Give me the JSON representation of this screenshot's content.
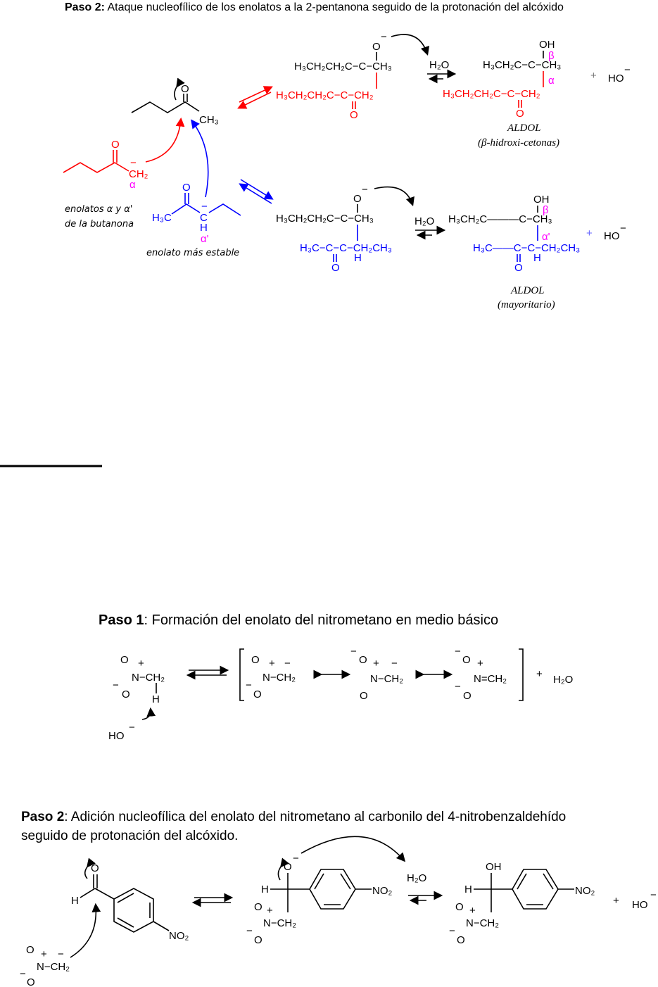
{
  "colors": {
    "enolate_alpha": "#ff0000",
    "enolate_alpha_prime": "#0000ff",
    "greek_labels": "#ff00ff",
    "text": "#000000"
  },
  "section_top": {
    "heading_bold": "Paso 2:",
    "heading_text": " Ataque nucleofílico de los enolatos a la 2-pentanona seguido de la protonación del alcóxido",
    "pentanone": {
      "O": "O",
      "CH3": "CH₃"
    },
    "red_enolate": {
      "O": "O",
      "CH2": "CH₂",
      "minus": "−",
      "alpha": "α"
    },
    "blue_enolate": {
      "O": "O",
      "H3C": "H₃C",
      "C": "C",
      "minus": "−",
      "H": "H",
      "alpha_prime": "α'"
    },
    "caption_enolates_1": "enolatos α y α'",
    "caption_enolates_2": "de la butanona",
    "caption_stable": "enolato más estable",
    "alkoxide_red": {
      "O": "O",
      "minus": "−",
      "top": "H₃CH₂CH₂C−C−CH₃",
      "bottom": "H₃CH₂CH₂C−C−CH₂",
      "carbonyl_O": "O"
    },
    "water": "H₂O",
    "aldol_red": {
      "OH": "OH",
      "top": "H₃CH₂C−C−CH₃",
      "beta": "β",
      "alpha": "α",
      "bottom": "H₃CH₂CH₂C−C−CH₂",
      "carbonyl_O": "O",
      "plus": "+",
      "HO": "HO",
      "minus": "−"
    },
    "aldol_red_caption_1": "ALDOL",
    "aldol_red_caption_2": "(β-hidroxi-cetonas)",
    "alkoxide_blue": {
      "O": "O",
      "minus": "−",
      "top": "H₃CH₂CH₂C−C−CH₃",
      "bottom": "H₃C−C−C−CH₂CH₃",
      "H": "H",
      "carbonyl_O": "O"
    },
    "aldol_blue": {
      "OH": "OH",
      "top": "H₃CH₂C———C−CH₃",
      "beta": "β",
      "alpha_prime": "α'",
      "bottom": "H₃C——C−C−CH₂CH₃",
      "H": "H",
      "carbonyl_O": "O",
      "plus": "+",
      "HO": "HO",
      "minus": "−"
    },
    "aldol_blue_caption_1": "ALDOL",
    "aldol_blue_caption_2": "(mayoritario)"
  },
  "section_step1": {
    "heading_bold": "Paso 1",
    "heading_text": ": Formación del enolato del nitrometano en medio básico",
    "nitro_O": "O",
    "plus": "+",
    "N_CH2": "N−CH₂",
    "minus": "−",
    "H": "H",
    "HO": "HO",
    "eqN": "N=CH₂",
    "water": "H₂O",
    "plus_sign": "+"
  },
  "section_step2": {
    "heading_bold": "Paso 2",
    "heading_text": ": Adición nucleofílica del enolato del nitrometano al carbonilo del 4-nitrobenzaldehído",
    "heading_line2": "seguido de protonación del alcóxido.",
    "O": "O",
    "H": "H",
    "NO2": "NO₂",
    "N_CH2": "N−CH₂",
    "plus": "+",
    "minus": "−",
    "OH": "OH",
    "water": "H₂O",
    "HO": "HO"
  }
}
